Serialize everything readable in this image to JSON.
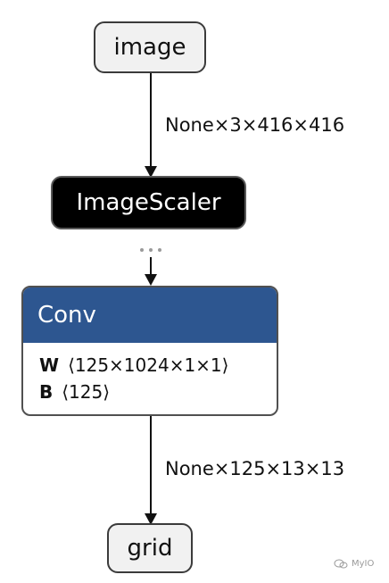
{
  "nodes": {
    "image": {
      "label": "image"
    },
    "imagescaler": {
      "label": "ImageScaler"
    },
    "conv": {
      "label": "Conv",
      "attributes": [
        {
          "name": "W",
          "value": "⟨125×1024×1×1⟩"
        },
        {
          "name": "B",
          "value": "⟨125⟩"
        }
      ]
    },
    "grid": {
      "label": "grid"
    }
  },
  "edges": {
    "image_to_scaler": {
      "label": "None×3×416×416"
    },
    "conv_to_grid": {
      "label": "None×125×13×13"
    }
  },
  "watermark": {
    "text": "MyIO"
  },
  "colors": {
    "conv_header": "#2d5690",
    "imagescaler_fill": "#000000",
    "node_fill": "#f1f1f1"
  }
}
